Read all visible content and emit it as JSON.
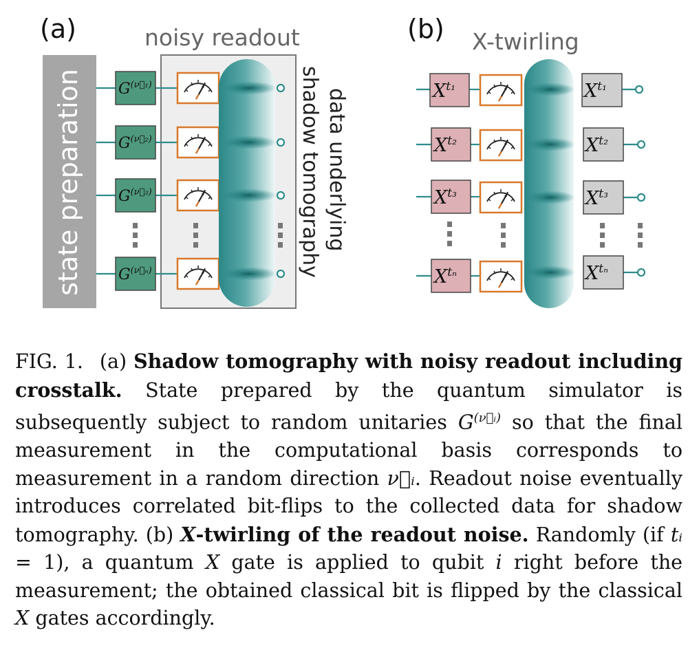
{
  "panel_a": {
    "label": "(a)",
    "title": "noisy readout",
    "state_prep": "state preparation",
    "data_label_1": "data underlying",
    "data_label_2": "shadow tomography",
    "gates": [
      {
        "base": "G",
        "sup": "(ν⃗₁)"
      },
      {
        "base": "G",
        "sup": "(ν⃗₂)"
      },
      {
        "base": "G",
        "sup": "(ν⃗₃)"
      },
      {
        "base": "G",
        "sup": "(ν⃗ₙ)"
      }
    ]
  },
  "panel_b": {
    "label": "(b)",
    "title": "X-twirling",
    "gates": [
      {
        "base": "X",
        "sup": "t₁"
      },
      {
        "base": "X",
        "sup": "t₂"
      },
      {
        "base": "X",
        "sup": "t₃"
      },
      {
        "base": "X",
        "sup": "tₙ"
      }
    ]
  },
  "caption": {
    "fig_label": "FIG. 1.",
    "a_label": "(a)",
    "a_title": "Shadow tomography with noisy readout including crosstalk.",
    "a_text_1": "State prepared by the quantum simulator is subsequently subject to random unitaries",
    "a_gate": "G",
    "a_gate_sup": "(ν⃗ᵢ)",
    "a_text_2": "so that the final measurement in the computational basis corresponds to measurement in a random direction",
    "a_dir": "ν⃗ᵢ",
    "a_text_3": ". Readout noise eventually introduces correlated bit-flips to the collected data for shadow tomography.",
    "b_label": "(b)",
    "b_x": "X",
    "b_title": "-twirling of the readout noise.",
    "b_text_1": "Randomly (if",
    "b_cond_var": "tᵢ",
    "b_cond_val": "= 1), a quantum",
    "b_x2": "X",
    "b_text_2": "gate is applied to qubit",
    "b_i": "i",
    "b_text_3": "right before the measurement; the obtained classical bit is flipped by the classical",
    "b_x3": "X",
    "b_text_4": "gates accordingly."
  },
  "colors": {
    "state_prep": "#a6a6a6",
    "gate_g": "#4f9a7e",
    "gate_x_quantum": "#dcb0b4",
    "gate_x_classical": "#cfcfcf",
    "meter_border": "#d8782a",
    "wire": "#2d8c8c",
    "teal_dark": "#2b8787",
    "label_gray": "#666666"
  }
}
